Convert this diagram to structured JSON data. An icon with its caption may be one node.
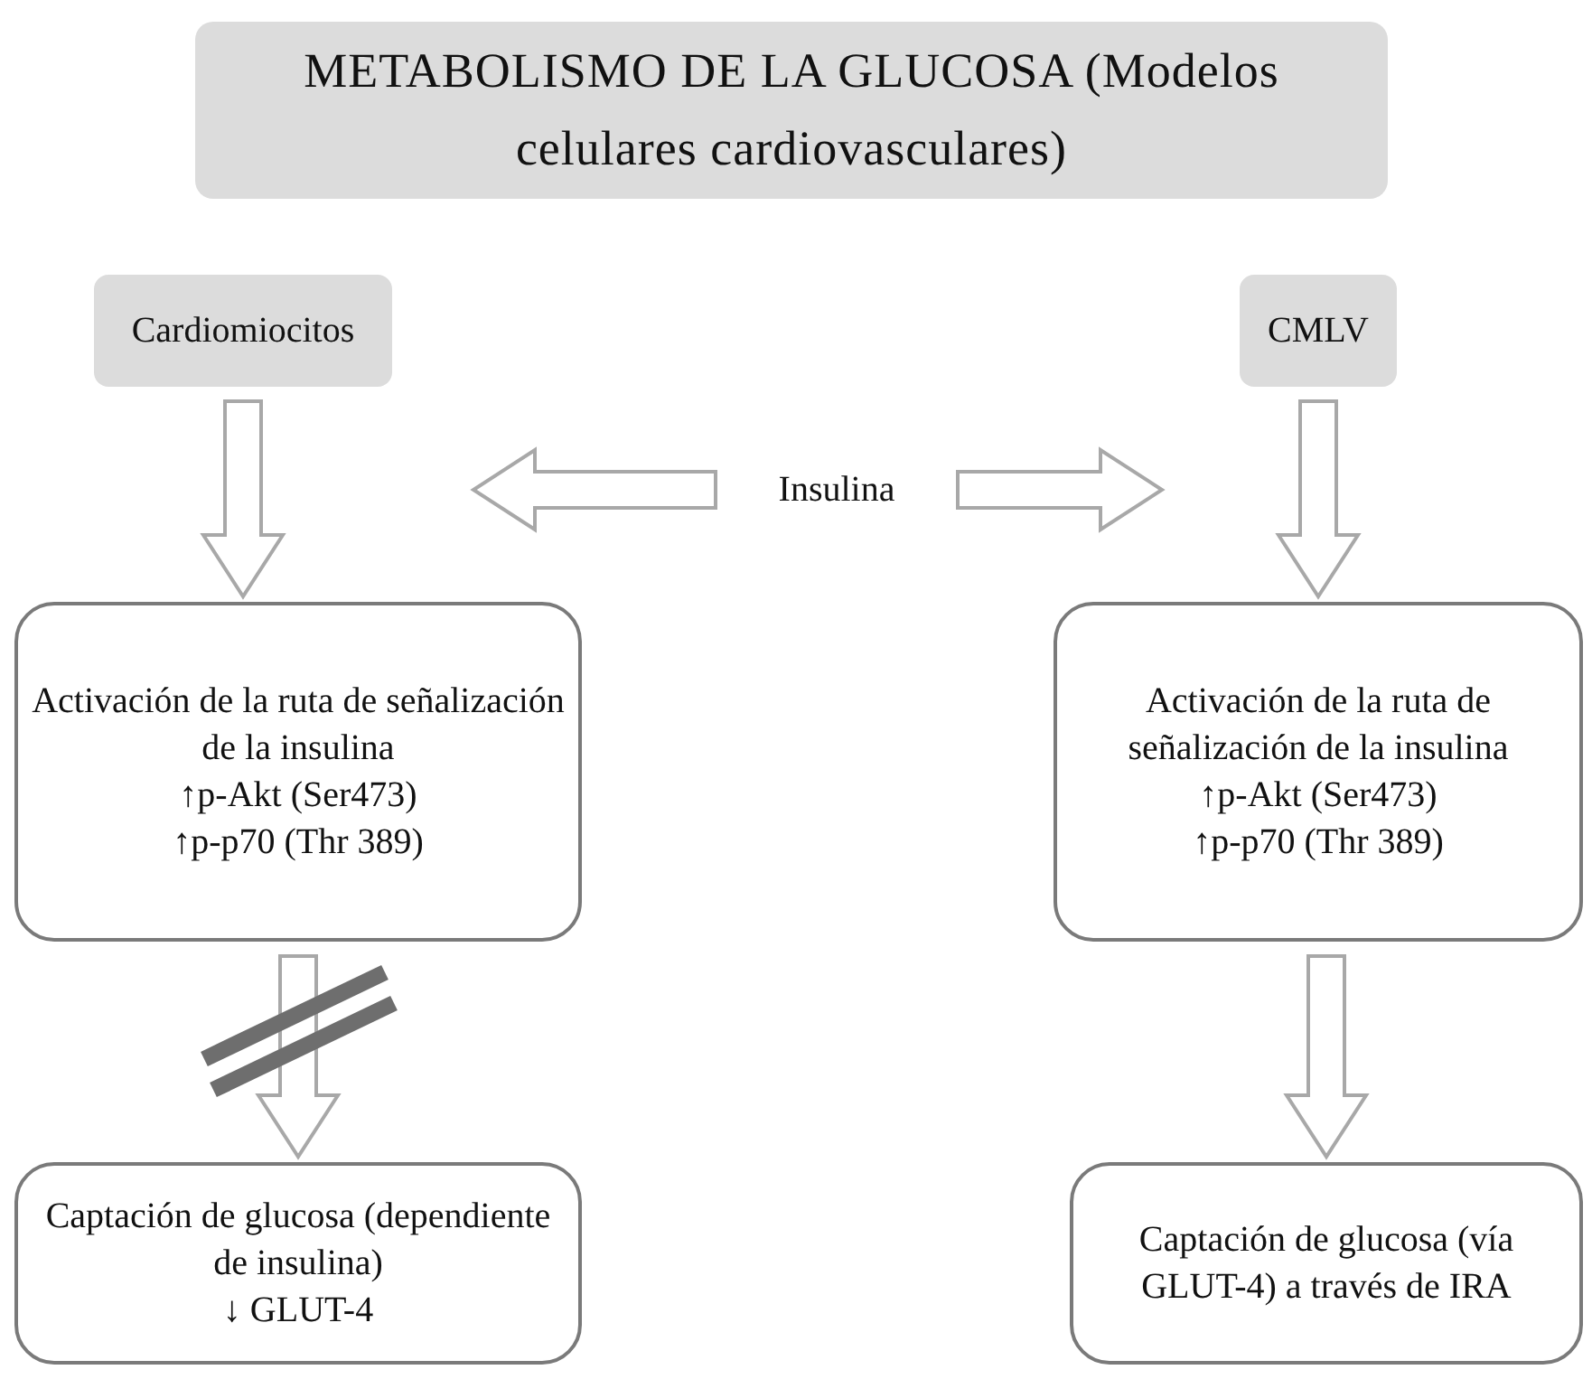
{
  "diagram": {
    "title": "METABOLISMO DE LA GLUCOSA (Modelos celulares cardiovasculares)",
    "nodes": [
      {
        "text": [
          "Cardiomiocitos"
        ]
      },
      {
        "text": [
          "CMLV"
        ]
      },
      {
        "text": [
          "Insulina"
        ]
      },
      {
        "text": [
          "Activación de la ruta de señalización de la insulina",
          "↑p-Akt (Ser473)",
          "↑p-p70 (Thr 389)"
        ]
      },
      {
        "text": [
          "Activación de la ruta de señalización de la insulina",
          "↑p-Akt (Ser473)",
          "↑p-p70 (Thr 389)"
        ]
      },
      {
        "text": [
          "Captación de glucosa (dependiente de insulina)",
          "↓ GLUT-4"
        ]
      },
      {
        "text": [
          "Captación de glucosa (vía GLUT-4) a través de IRA"
        ]
      }
    ],
    "edges": [
      {
        "from": 0,
        "to": 3,
        "arrow": "to"
      },
      {
        "from": 2,
        "to": 3,
        "arrow": "to"
      },
      {
        "from": 2,
        "to": 4,
        "arrow": "to"
      },
      {
        "from": 1,
        "to": 4,
        "arrow": "to"
      },
      {
        "from": 3,
        "to": 5,
        "arrow": "to"
      },
      {
        "from": 4,
        "to": 6,
        "arrow": "to"
      }
    ]
  }
}
